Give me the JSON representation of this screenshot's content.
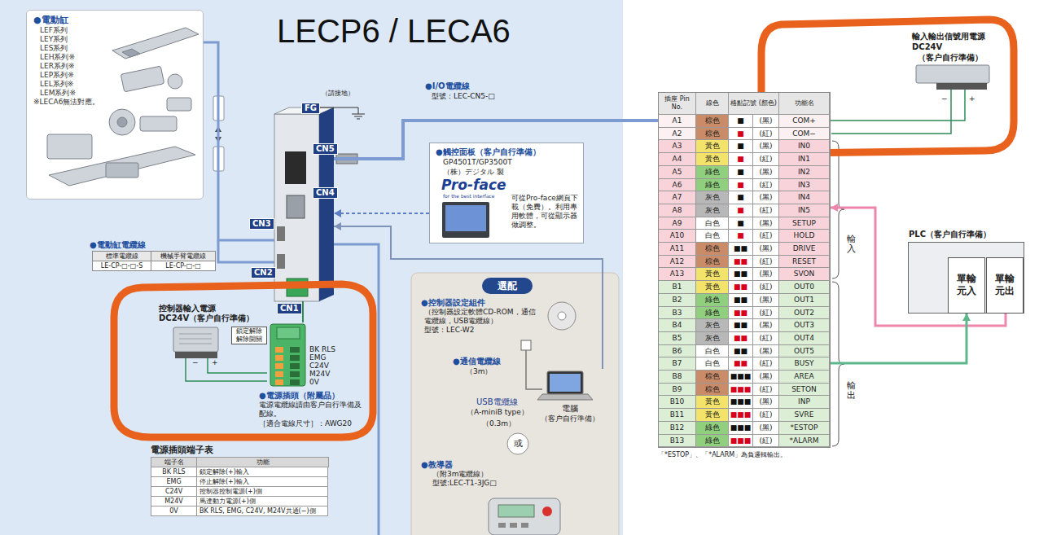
{
  "diagram": {
    "title": "LECP6 / LECA6",
    "nodes": [
      {
        "text": [
          "●電動缸",
          "LEF系列",
          "LEY系列",
          "LES系列",
          "LEH系列※",
          "LER系列※",
          "LEP系列※",
          "LEL系列※",
          "LEM系列※",
          "※LECA6無法對應。"
        ]
      },
      {
        "text": [
          "FG",
          "CN5",
          "CN4",
          "CN3",
          "CN2",
          "CN1"
        ]
      },
      {
        "text": [
          "●觸控面板（客户自行準備）",
          "GP4501T/GP3500T",
          "（株）デジタル 製",
          "Pro-face",
          "for the best interface",
          "可從Pro-face網頁下載（免費）。利用專用軟體，可從顯示器做調整。"
        ]
      },
      {
        "text": [
          "選配"
        ]
      },
      {
        "text": [
          "●控制器設定組件",
          "（控制器設定軟體CD-ROM，通信電纜線，USB電纜線）",
          "型號：LEC-W2"
        ],
        "in": 3
      },
      {
        "text": [
          "電腦",
          "（客户自行準備）"
        ],
        "in": 3
      },
      {
        "text": [
          "或"
        ],
        "in": 3
      },
      {
        "text": [
          "●教導器",
          "（附3m電纜線）",
          "型號:LEC-T1-3JG□"
        ],
        "in": 3
      },
      {
        "text": [
          "控制器輸入電源",
          "DC24V（客户自行準備）"
        ]
      },
      {
        "text": [
          "BK RLS",
          "EMG",
          "C24V",
          "M24V",
          "0V"
        ]
      },
      {
        "text": [
          "電源插頭端子表",
          "端子名",
          "功能",
          "BK RLS",
          "鎖定解除(+)輸入",
          "EMG",
          "停止解除(+)輸入",
          "C24V",
          "控制器控制電源(+)側",
          "M24V",
          "馬達動力電源(+)側",
          "0V",
          "BK RLS, EMG, C24V, M24V共通(−)側"
        ]
      },
      {
        "text": [
          "輸入輸出信號用電源DC24V",
          "（客户自行準備）"
        ]
      },
      {
        "text": [
          "插座 Pin No.",
          "線色",
          "格點記號 (顏色)",
          "功能名",
          "A1",
          "棕色",
          "■",
          "(黑)",
          "COM+",
          "A2",
          "棕色",
          "■",
          "(紅)",
          "COM−",
          "A3",
          "黃色",
          "■",
          "(黑)",
          "IN0",
          "A4",
          "黃色",
          "■",
          "(紅)",
          "IN1",
          "A5",
          "綠色",
          "■",
          "(黑)",
          "IN2",
          "A6",
          "綠色",
          "■",
          "(紅)",
          "IN3",
          "A7",
          "灰色",
          "■",
          "(黑)",
          "IN4",
          "A8",
          "灰色",
          "■",
          "(紅)",
          "IN5",
          "A9",
          "白色",
          "■",
          "(黑)",
          "SETUP",
          "A10",
          "白色",
          "■",
          "(紅)",
          "HOLD",
          "A11",
          "棕色",
          "■■",
          "(黑)",
          "DRIVE",
          "A12",
          "棕色",
          "■■",
          "(紅)",
          "RESET",
          "A13",
          "黃色",
          "■■",
          "(黑)",
          "SVON",
          "B1",
          "黃色",
          "■■",
          "(紅)",
          "OUT0",
          "B2",
          "綠色",
          "■■",
          "(黑)",
          "OUT1",
          "B3",
          "綠色",
          "■■",
          "(紅)",
          "OUT2",
          "B4",
          "灰色",
          "■■",
          "(黑)",
          "OUT3",
          "B5",
          "灰色",
          "■■",
          "(紅)",
          "OUT4",
          "B6",
          "白色",
          "■■",
          "(黑)",
          "OUT5",
          "B7",
          "白色",
          "■■",
          "(紅)",
          "BUSY",
          "B8",
          "棕色",
          "■■■",
          "(黑)",
          "AREA",
          "B9",
          "棕色",
          "■■■",
          "(紅)",
          "SETON",
          "B10",
          "黃色",
          "■■■",
          "(黑)",
          "INP",
          "B11",
          "黃色",
          "■■■",
          "(紅)",
          "SVRE",
          "B12",
          "綠色",
          "■■■",
          "(黑)",
          "*ESTOP",
          "B13",
          "綠色",
          "■■■",
          "(紅)",
          "*ALARM"
        ]
      },
      {
        "text": [
          "PLC（客户自行準備）"
        ]
      },
      {
        "text": [
          "單輸元入"
        ],
        "in": 13
      },
      {
        "text": [
          "單輸元出"
        ],
        "in": 13
      }
    ],
    "edges": [
      {
        "from": 1,
        "to": 12,
        "arrow": "none"
      },
      {
        "from": 2,
        "to": 1,
        "arrow": "to"
      },
      {
        "from": 5,
        "to": 1,
        "arrow": "to"
      },
      {
        "from": 0,
        "to": 1,
        "arrow": "none"
      },
      {
        "from": 8,
        "to": 9,
        "arrow": "none"
      },
      {
        "from": 9,
        "to": 1,
        "arrow": "none"
      },
      {
        "from": 11,
        "to": 12,
        "arrow": "none"
      },
      {
        "from": 15,
        "to": 12,
        "arrow": "to"
      },
      {
        "from": 12,
        "to": 14,
        "arrow": "to"
      }
    ],
    "labels": [
      "（請接地）",
      "●I/O電纜線",
      "型號：LEC-CN5-□",
      "●電動缸電纜線",
      "標準電纜線",
      "機械手臂電纜線",
      "LE-CP-□-□-S",
      "LE-CP-□-□",
      "鎖定解除 解除開關",
      "●電源插頭（附屬品）",
      "電源電纜線請由客户自行準備及配線。",
      "［適合電線尺寸］：AWG20",
      "−",
      "+",
      "●通信電纜線",
      "（3m）",
      "USB電纜線",
      "（A-miniB type）",
      "（0.3m）",
      "−",
      "+",
      "輸入",
      "輸出",
      "「*ESTOP」、「*ALARM」為負邏輯輸出。"
    ]
  }
}
